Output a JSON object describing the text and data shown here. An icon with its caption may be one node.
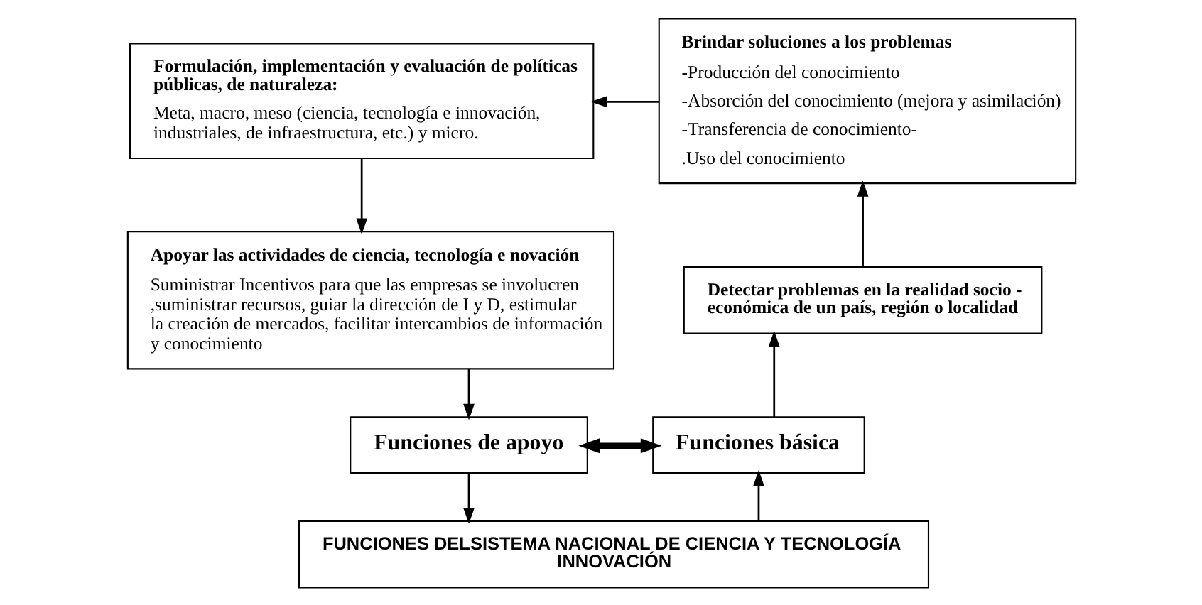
{
  "diagram": {
    "nodes": [
      {
        "text": [
          "Formulación, implementación y evaluación de políticas públicas, de naturaleza:",
          "Meta, macro, meso (ciencia, tecnología e innovación, industriales, de infraestructura, etc.) y micro."
        ]
      },
      {
        "text": [
          "Apoyar las actividades de ciencia, tecnología e novación",
          "Suministrar Incentivos para que las empresas se involucren ,suministrar recursos, guiar la dirección de I y D, estimular la creación de mercados, facilitar intercambios de información y conocimiento"
        ]
      },
      {
        "text": [
          "Brindar soluciones a los problemas",
          "-Producción del conocimiento",
          "-Absorción del conocimiento (mejora y asimilación)",
          "-Transferencia de conocimiento-",
          ".Uso del conocimiento"
        ]
      },
      {
        "text": [
          "Detectar problemas en la realidad socio - económica de un país, región o localidad"
        ]
      },
      {
        "text": [
          "Funciones de apoyo"
        ]
      },
      {
        "text": [
          "Funciones básica"
        ]
      },
      {
        "text": [
          "FUNCIONES DELSISTEMA NACIONAL DE CIENCIA Y TECNOLOGÍA INNOVACIÓN"
        ]
      }
    ],
    "edges": [
      {
        "from": 2,
        "to": 0,
        "arrow": "to"
      },
      {
        "from": 0,
        "to": 1,
        "arrow": "to"
      },
      {
        "from": 1,
        "to": 4,
        "arrow": "to"
      },
      {
        "from": 4,
        "to": 5,
        "arrow": "both",
        "style": "thick"
      },
      {
        "from": 4,
        "to": 6,
        "arrow": "to"
      },
      {
        "from": 6,
        "to": 5,
        "arrow": "to"
      },
      {
        "from": 5,
        "to": 3,
        "arrow": "to"
      },
      {
        "from": 3,
        "to": 2,
        "arrow": "to"
      }
    ]
  }
}
